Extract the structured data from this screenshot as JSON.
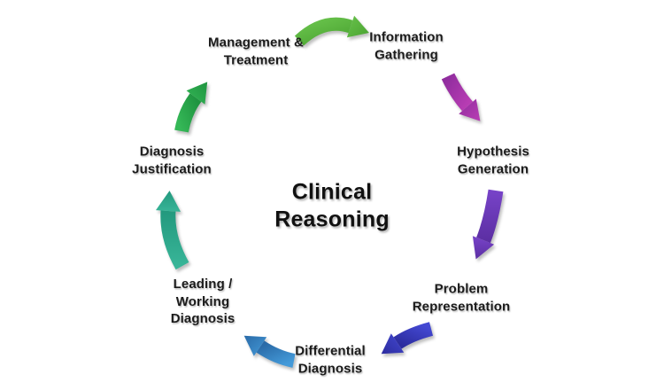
{
  "title": {
    "text": "Clinical\nReasoning"
  },
  "stages": [
    {
      "label": "Management &\nTreatment"
    },
    {
      "label": "Information\nGathering"
    },
    {
      "label": "Hypothesis\nGeneration"
    },
    {
      "label": "Problem\nRepresentation"
    },
    {
      "label": "Differential\nDiagnosis"
    },
    {
      "label": "Leading /\nWorking\nDiagnosis"
    },
    {
      "label": "Diagnosis\nJustification"
    }
  ],
  "arrows": [
    {
      "name": "management-to-information",
      "from": "Management & Treatment",
      "to": "Information Gathering",
      "color_start": "#68c24b",
      "color_end": "#4aa331"
    },
    {
      "name": "information-to-hypothesis",
      "from": "Information Gathering",
      "to": "Hypothesis Generation",
      "color_start": "#902d9e",
      "color_end": "#b93db4"
    },
    {
      "name": "hypothesis-to-problem",
      "from": "Hypothesis Generation",
      "to": "Problem Representation",
      "color_start": "#7743c8",
      "color_end": "#5c2fa3"
    },
    {
      "name": "problem-to-differential",
      "from": "Problem Representation",
      "to": "Differential Diagnosis",
      "color_start": "#4348d2",
      "color_end": "#2c2c9e"
    },
    {
      "name": "differential-to-leading",
      "from": "Differential Diagnosis",
      "to": "Leading / Working Diagnosis",
      "color_start": "#449ad9",
      "color_end": "#2a6ba8"
    },
    {
      "name": "leading-to-justification",
      "from": "Leading / Working Diagnosis",
      "to": "Diagnosis Justification",
      "color_start": "#38b598",
      "color_end": "#23997e"
    },
    {
      "name": "justification-to-management",
      "from": "Diagnosis Justification",
      "to": "Management & Treatment",
      "color_start": "#35b857",
      "color_end": "#1f9440"
    }
  ],
  "colors": {
    "background": "#ffffff",
    "text": "#1b1b1b"
  }
}
